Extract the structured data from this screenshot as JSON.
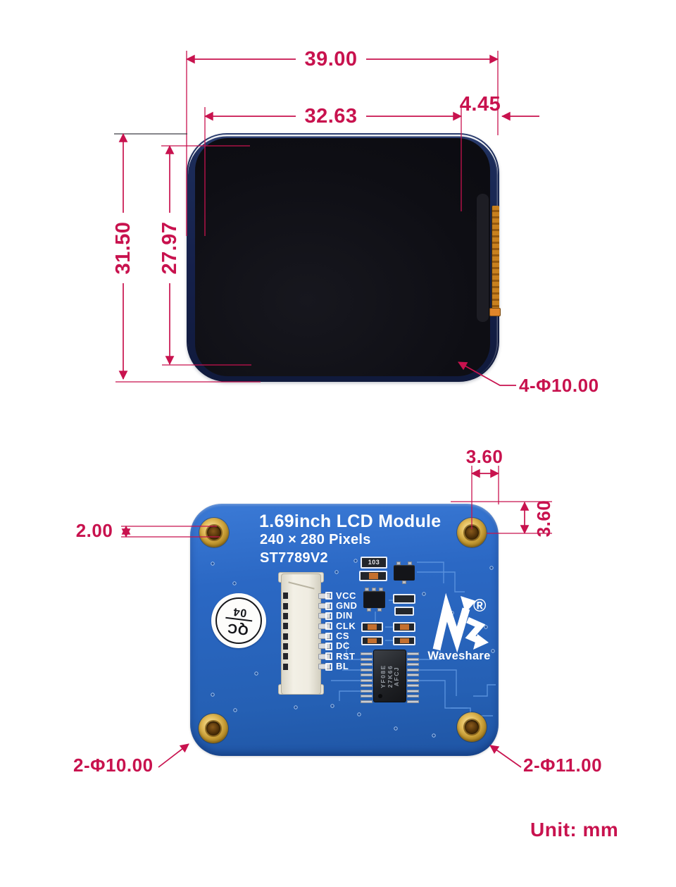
{
  "front_view": {
    "dimensions": {
      "overall_width": "39.00",
      "display_width": "32.63",
      "right_margin": "4.45",
      "overall_height": "31.50",
      "display_height": "27.97",
      "corner_note": "4-Φ10.00"
    }
  },
  "back_view": {
    "silkscreen": {
      "title": "1.69inch LCD Module",
      "resolution": "240 × 280 Pixels",
      "controller": "ST7789V2"
    },
    "qc_sticker": {
      "top": "QC",
      "bottom": "04"
    },
    "pins": [
      "VCC",
      "GND",
      "DIN",
      "CLK",
      "CS",
      "DC",
      "RST",
      "BL"
    ],
    "brand": {
      "name": "Waveshare",
      "registered_mark": "®"
    },
    "component_markings": {
      "resistor_top": "103",
      "ic_line1": "YF08E",
      "ic_line2": "27K66",
      "ic_line3": "AFCJ"
    },
    "dimensions": {
      "hole_to_edge_x": "3.60",
      "hole_to_edge_y": "3.60",
      "hole_rim": "2.00",
      "left_holes": "2-Φ10.00",
      "right_holes": "2-Φ11.00"
    }
  },
  "footer": {
    "unit_note": "Unit: mm"
  },
  "colors": {
    "dimension_pink": "#c8124e",
    "pcb_blue": "#2b68c4",
    "device_navy": "#16244c",
    "standoff_gold": "#c49a33"
  }
}
